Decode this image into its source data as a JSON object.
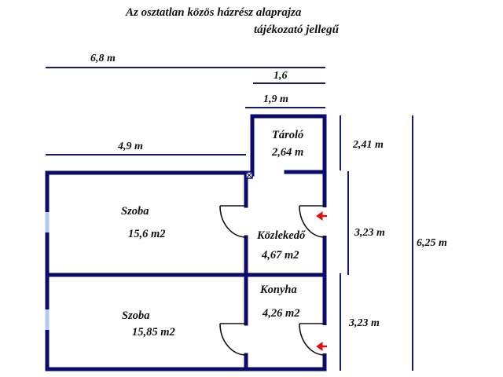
{
  "title": {
    "line1": "Az osztatlan közös házrész alaprajza",
    "line2": "tájékozató jellegű"
  },
  "colors": {
    "wall": "#0b0b6e",
    "dimension_line": "#1a1a6e",
    "window": "#b0ccec",
    "entry_arrow": "#e01010",
    "text": "#111111"
  },
  "dimensions": {
    "total_width": "6,8 m",
    "storage_inner_width": "1,6",
    "storage_outer_width": "1,9 m",
    "rooms_width": "4,9 m",
    "storage_depth": "2,41 m",
    "hallway_depth": "3,23 m",
    "kitchen_depth": "3,23 m",
    "total_depth": "6,25 m"
  },
  "rooms": [
    {
      "name": "Tároló",
      "area": "2,64 m"
    },
    {
      "name": "Szoba",
      "area": "15,6 m2"
    },
    {
      "name": "Közlekedő",
      "area": "4,67 m2"
    },
    {
      "name": "Szoba",
      "area": "15,85 m2"
    },
    {
      "name": "Konyha",
      "area": "4,26 m2"
    }
  ],
  "icons": {
    "entry_arrow": "←",
    "chimney_marker": "⊠"
  }
}
